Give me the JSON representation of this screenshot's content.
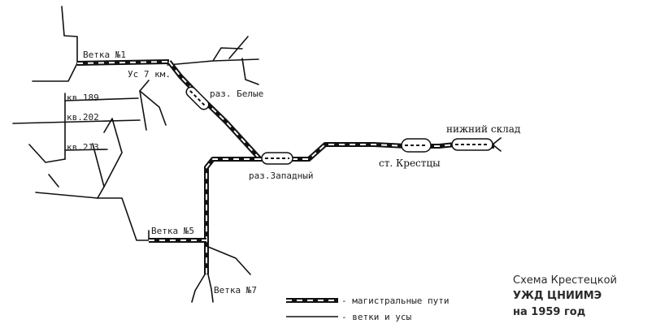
{
  "labels": {
    "vetka1": "Ветка №1",
    "us7km": "Ус 7 км.",
    "razBelye": "раз. Белые",
    "kv189": "кв.189",
    "kv202": "кв.202",
    "kv213": "кв.213",
    "razZapadny": "раз.Западный",
    "stKrestsy": "ст. Крестцы",
    "nizhniySklad": "нижний склад",
    "vetka5": "Ветка №5",
    "vetka7": "Ветка №7"
  },
  "legend": {
    "main": "- магистральные пути",
    "branch": "- ветки и усы"
  },
  "title": {
    "line1": "Схема Крестецкой",
    "line2": "УЖД ЦНИИМЭ",
    "line3": "на 1959 год"
  }
}
